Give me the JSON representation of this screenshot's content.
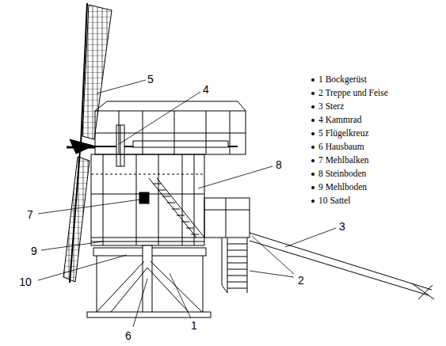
{
  "diagram": {
    "labels": [
      "5",
      "4",
      "8",
      "7",
      "9",
      "10",
      "6",
      "1",
      "2",
      "3",
      "1 Bockgerüst",
      "2 Treppe und Feise",
      "3 Sterz",
      "4 Kammrad",
      "5 Flügelkreuz",
      "6 Hausbaum",
      "7 Mehlbalken",
      "8 Steinboden",
      "9 Mehlboden",
      "10 Sattel"
    ]
  }
}
